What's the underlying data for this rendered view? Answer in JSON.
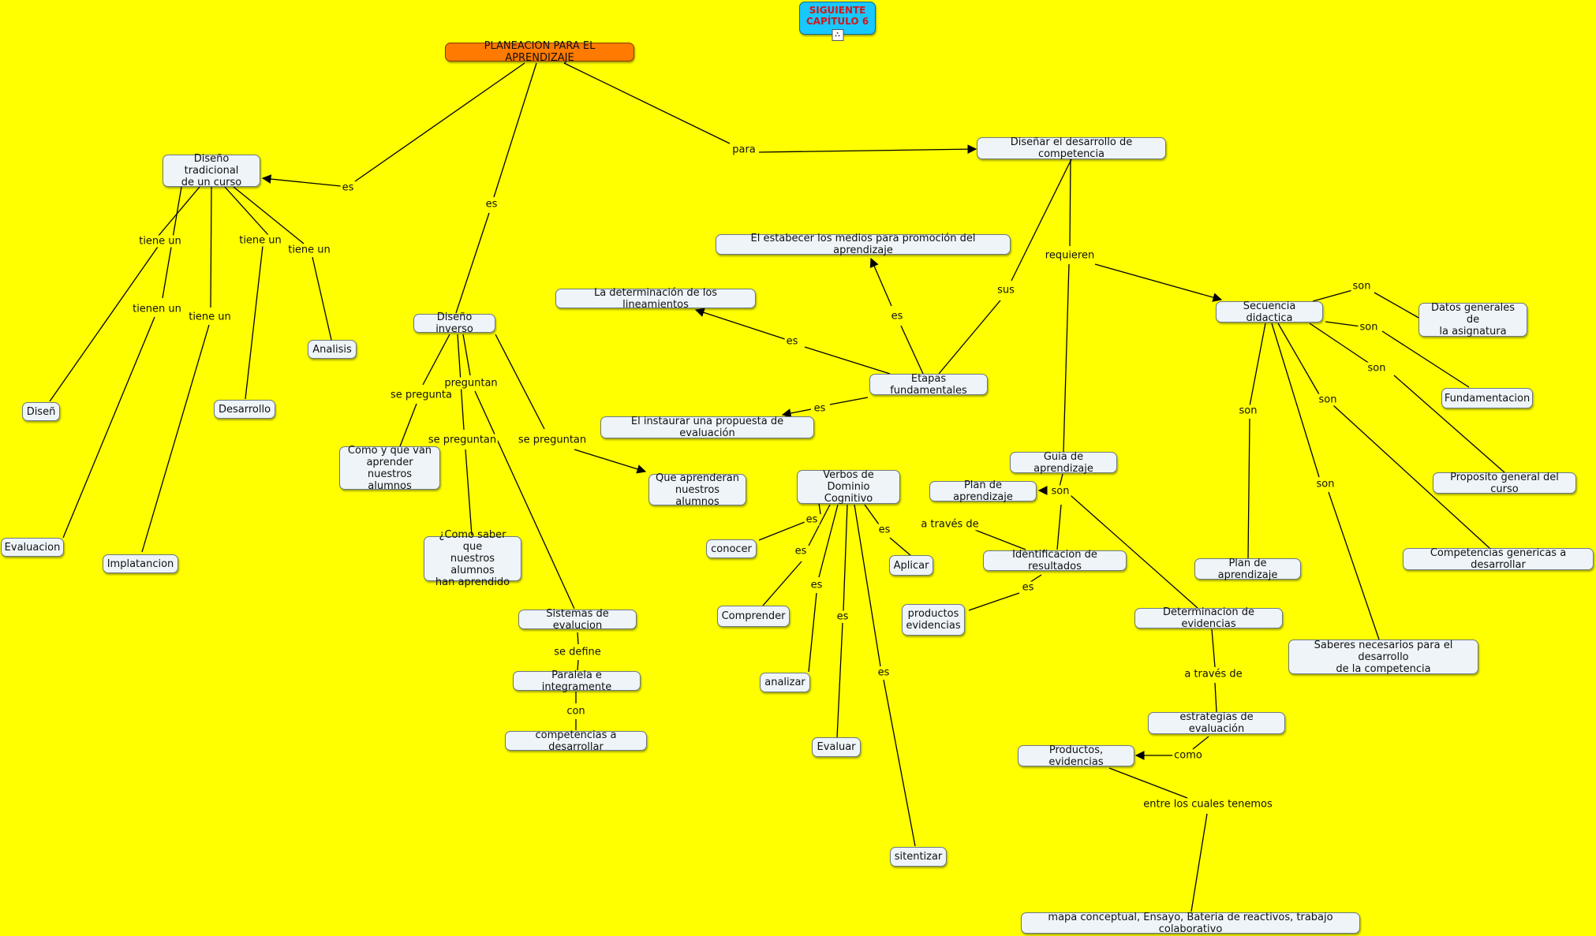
{
  "nav": {
    "text": "SIGUIENTE\nCAPÍTULO 6",
    "icon": "sitemap-link-icon"
  },
  "colors": {
    "background": "#ffff00",
    "root": "#ff7a00",
    "nav": "#18c8ff",
    "nav_text": "#d01818"
  },
  "nodes": {
    "root": "PLANEACION PARA EL APRENDIZAJE",
    "tradicional": "Diseño tradicional\nde un curso",
    "disen": "Diseñ",
    "evaluacion": "Evaluacion",
    "implatancion": "Implatancion",
    "desarrollo": "Desarrollo",
    "analisis": "Analisis",
    "inverso": "Diseño inverso",
    "como_van": "Como y que van\naprender nuestros\nalumnos",
    "como_saber": "¿Como saber que\nnuestros alumnos\nhan aprendido",
    "sistemas": "Sistemas de evalucion",
    "paralela": "Paralela e integramente",
    "competencias_des": "competencias a desarrollar",
    "que_aprenderan": "Que aprenderan\nnuestros alumnos",
    "disenar": "Diseñar el desarrollo de competencia",
    "estabecer": "El estabecer  los  medios  para  promoción del  aprendizaje",
    "lineamientos": "La determinación  de  los lineamientos",
    "etapas": "Etapas fundamentales",
    "instaurar": "El instaurar una propuesta  de  evaluación",
    "verbos": "Verbos de Dominio\nCognitivo",
    "conocer": "conocer",
    "comprender": "Comprender",
    "analizar": "analizar",
    "evaluar": "Evaluar",
    "sitentizar": "sitentizar",
    "aplicar": "Aplicar",
    "plan1": "Plan de aprendizaje",
    "guia": "Guia de aprendizaje",
    "identificacion": "Identificacion de resultados",
    "productos": "productos\nevidencias",
    "determinacion": "Determinacion de evidencias",
    "estrategias": "estrategias de  evaluación",
    "prod_evid": "Productos, evidencias",
    "mapa": "mapa conceptual, Ensayo, Bateria de reactivos, trabajo colaborativo",
    "secuencia": "Secuencia didactica",
    "datos": "Datos generales de\nla asignatura",
    "fundamentacion": "Fundamentacion",
    "proposito": "Proposito general del curso",
    "comp_genericas": "Competencias genericas a desarrollar",
    "saberes": "Saberes necesarios para el desarrollo\nde la competencia",
    "plan2": "Plan de aprendizaje"
  },
  "link_labels": {
    "es1": "es",
    "para": "para",
    "es2": "es",
    "tiene_un1": "tiene  un",
    "tienen_un": "tienen un",
    "tiene_un2": "tiene un",
    "tiene_un3": "tiene  un",
    "tiene_un4": "tiene  un",
    "se_pregunta": "se pregunta",
    "preguntan": "preguntan",
    "se_preguntan1": "se preguntan",
    "se_preguntan2": "se preguntan",
    "se_define": "se define",
    "con": "con",
    "es_lin": "es",
    "es_est": "es",
    "es_inst": "es",
    "sus": "sus",
    "requieren": "requieren",
    "es_con": "es",
    "es_comp": "es",
    "es_ana": "es",
    "es_eva": "es",
    "es_sit": "es",
    "es_apl": "es",
    "a_traves_de1": "a través de",
    "son_plan": "son",
    "es_prod": "es",
    "a_traves_de2": "a través  de",
    "como": "como",
    "entre": "entre  los cuales tenemos",
    "son1": "son",
    "son2": "son",
    "son3": "son",
    "son4": "son",
    "son5": "son",
    "son6": "son"
  }
}
